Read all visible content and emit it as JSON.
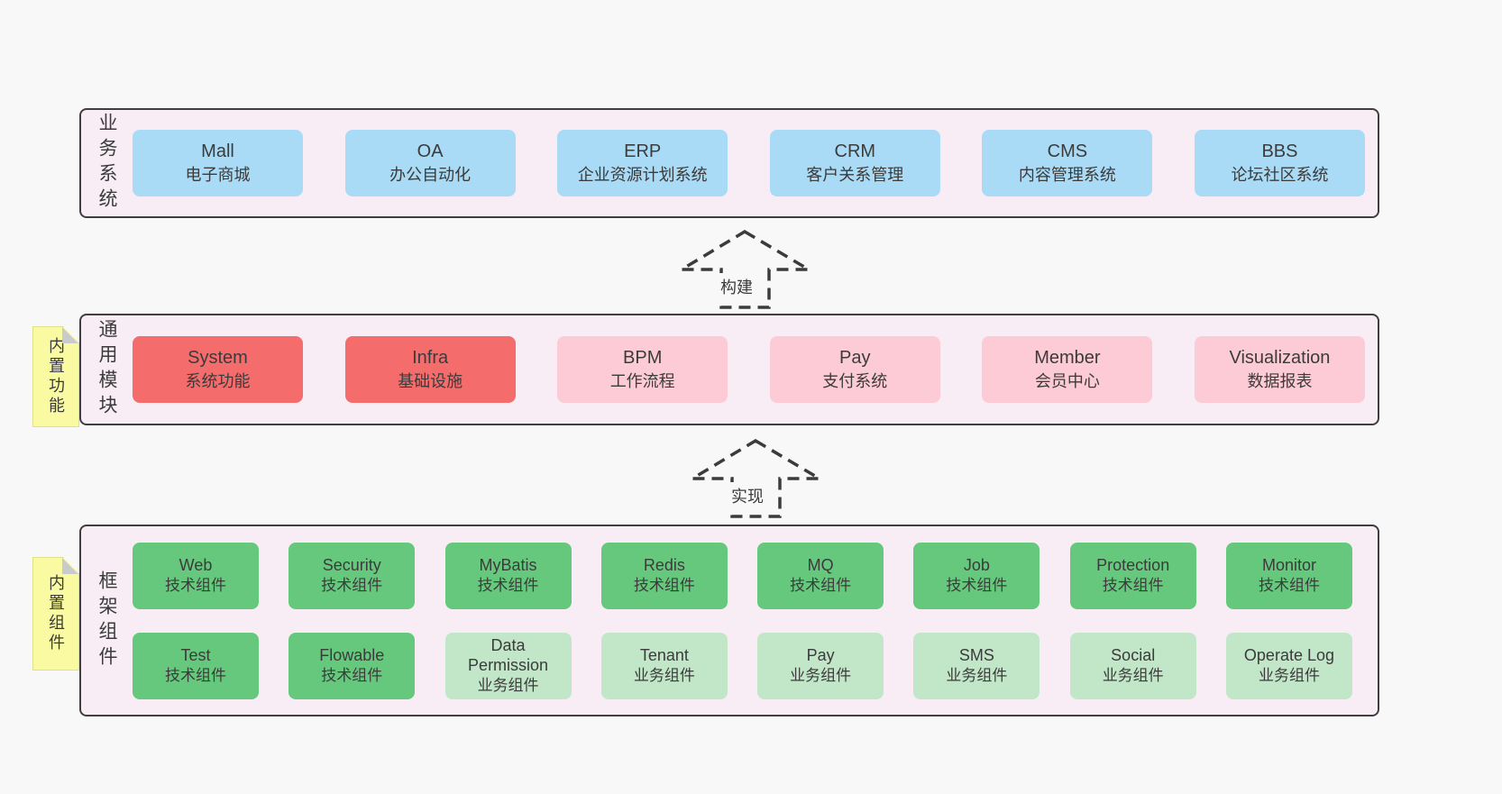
{
  "arrows": [
    {
      "label": "构建"
    },
    {
      "label": "实现"
    }
  ],
  "sections": [
    {
      "label": "业务系统",
      "boxes": [
        {
          "title": "Mall",
          "subtitle": "电子商城",
          "color": "blue"
        },
        {
          "title": "OA",
          "subtitle": "办公自动化",
          "color": "blue"
        },
        {
          "title": "ERP",
          "subtitle": "企业资源计划系统",
          "color": "blue"
        },
        {
          "title": "CRM",
          "subtitle": "客户关系管理",
          "color": "blue"
        },
        {
          "title": "CMS",
          "subtitle": "内容管理系统",
          "color": "blue"
        },
        {
          "title": "BBS",
          "subtitle": "论坛社区系统",
          "color": "blue"
        }
      ]
    },
    {
      "label": "通用模块",
      "note": "内置功能",
      "boxes": [
        {
          "title": "System",
          "subtitle": "系统功能",
          "color": "red"
        },
        {
          "title": "Infra",
          "subtitle": "基础设施",
          "color": "red"
        },
        {
          "title": "BPM",
          "subtitle": "工作流程",
          "color": "pink"
        },
        {
          "title": "Pay",
          "subtitle": "支付系统",
          "color": "pink"
        },
        {
          "title": "Member",
          "subtitle": "会员中心",
          "color": "pink"
        },
        {
          "title": "Visualization",
          "subtitle": "数据报表",
          "color": "pink"
        }
      ]
    },
    {
      "label": "框架组件",
      "note": "内置组件",
      "boxes": [
        {
          "title": "Web",
          "subtitle": "技术组件",
          "color": "green"
        },
        {
          "title": "Security",
          "subtitle": "技术组件",
          "color": "green"
        },
        {
          "title": "MyBatis",
          "subtitle": "技术组件",
          "color": "green"
        },
        {
          "title": "Redis",
          "subtitle": "技术组件",
          "color": "green"
        },
        {
          "title": "MQ",
          "subtitle": "技术组件",
          "color": "green"
        },
        {
          "title": "Job",
          "subtitle": "技术组件",
          "color": "green"
        },
        {
          "title": "Protection",
          "subtitle": "技术组件",
          "color": "green"
        },
        {
          "title": "Monitor",
          "subtitle": "技术组件",
          "color": "green"
        },
        {
          "title": "Test",
          "subtitle": "技术组件",
          "color": "green"
        },
        {
          "title": "Flowable",
          "subtitle": "技术组件",
          "color": "green"
        },
        {
          "title": "Data Permission",
          "subtitle": "业务组件",
          "color": "light_green"
        },
        {
          "title": "Tenant",
          "subtitle": "业务组件",
          "color": "light_green"
        },
        {
          "title": "Pay",
          "subtitle": "业务组件",
          "color": "light_green"
        },
        {
          "title": "SMS",
          "subtitle": "业务组件",
          "color": "light_green"
        },
        {
          "title": "Social",
          "subtitle": "业务组件",
          "color": "light_green"
        },
        {
          "title": "Operate Log",
          "subtitle": "业务组件",
          "color": "light_green"
        }
      ]
    }
  ],
  "colors": {
    "page_bg": "#f8f8f8",
    "container_bg": "#f8edf5",
    "container_border": "#3f3f3f",
    "blue": "#a9dbf6",
    "red": "#f56c6c",
    "pink": "#fccbd5",
    "green": "#66c87d",
    "light_green": "#c2e6c8",
    "note_yellow": "#fafaa2",
    "note_fold": "#c8cacc",
    "text": "#3b3b3b"
  }
}
